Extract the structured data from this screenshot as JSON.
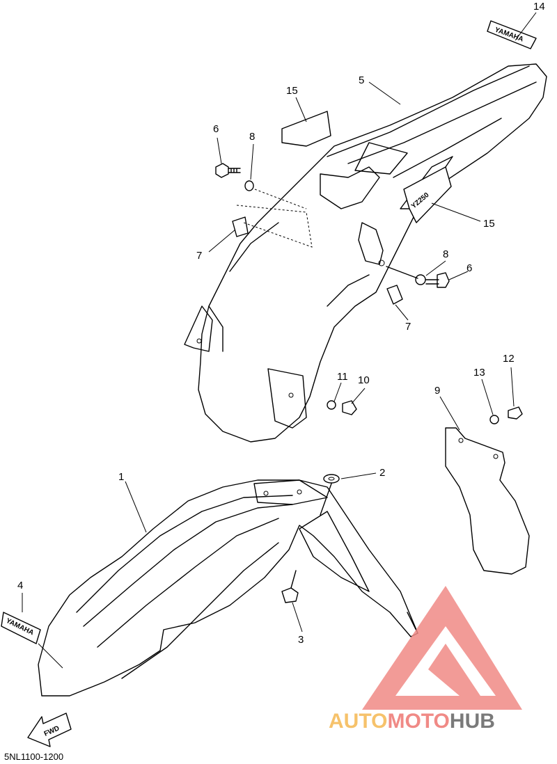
{
  "diagram": {
    "code": "5NL1100-1200",
    "fwd_label": "FWD",
    "decal_yamaha_front": "YAMAHA",
    "decal_yamaha_rear": "YAMAHA",
    "decal_model": "YZ250"
  },
  "callouts": {
    "c1": "1",
    "c2": "2",
    "c3": "3",
    "c4": "4",
    "c5": "5",
    "c6a": "6",
    "c6b": "6",
    "c7a": "7",
    "c7b": "7",
    "c8a": "8",
    "c8b": "8",
    "c9": "9",
    "c10": "10",
    "c11": "11",
    "c12": "12",
    "c13": "13",
    "c14": "14",
    "c15a": "15",
    "c15b": "15"
  },
  "watermark": {
    "part1": "AUTO",
    "part2": "MOTO",
    "part3": "HUB",
    "color_light": "#f6c26b",
    "color_red": "#f08a86",
    "color_gray": "#7a7a7a"
  }
}
